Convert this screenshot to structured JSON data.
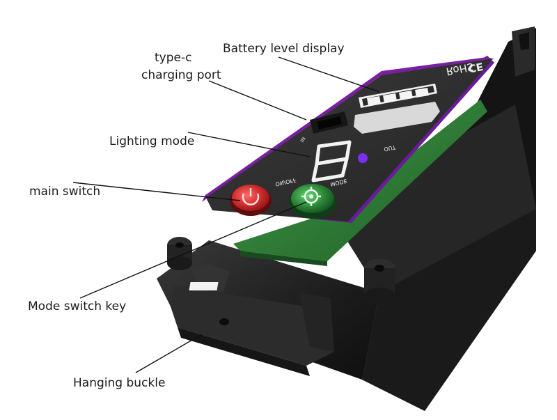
{
  "labels": {
    "battery": "Battery level display",
    "typec_line1": "type-c",
    "typec_line2": "charging port",
    "lighting": "Lighting mode",
    "main_switch": "main switch",
    "mode_key": "Mode switch key",
    "buckle": "Hanging buckle"
  },
  "board_text": {
    "rohs": "RoHS",
    "ce": "CE",
    "onoff": "ON/OFF",
    "mode": "MODE",
    "out": "OUT",
    "in": "IN"
  },
  "colors": {
    "housing": "#1e1e1e",
    "panel": "#2b2b2b",
    "purple_edge": "#6a1b9a",
    "pcb_green": "#2e7d32",
    "main_switch_red": "#c62828",
    "mode_button_green": "#2e8b3a",
    "out_led_purple": "#7b2ff7"
  }
}
